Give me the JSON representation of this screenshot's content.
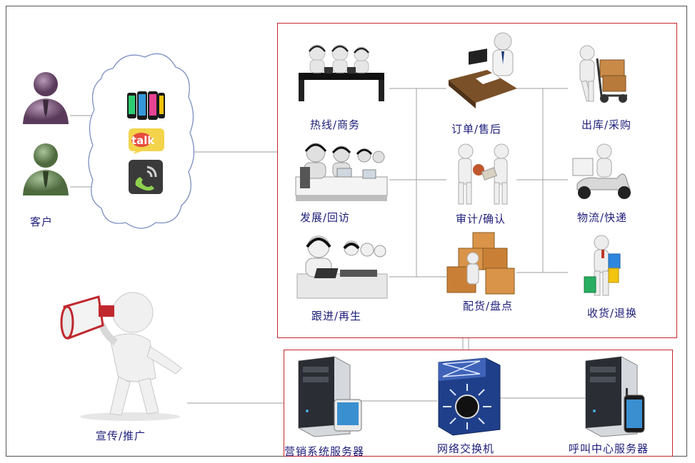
{
  "customer": {
    "label": "客户"
  },
  "promo": {
    "label": "宣传/推广"
  },
  "services": {
    "hotline": "热线/商务",
    "develop": "发展/回访",
    "followup": "跟进/再生",
    "order": "订单/售后",
    "audit": "审计/确认",
    "distribute": "配货/盘点",
    "outbound": "出库/采购",
    "logistics": "物流/快递",
    "receive": "收货/退换"
  },
  "servers": {
    "marketing": "营销系统服务器",
    "switch": "网络交换机",
    "callcenter": "呼叫中心服务器"
  },
  "icons": {
    "talk_text": "talk"
  },
  "colors": {
    "box_border": "#c4262e",
    "label_text": "#1d1d7a",
    "connector": "#b0b0b0"
  }
}
